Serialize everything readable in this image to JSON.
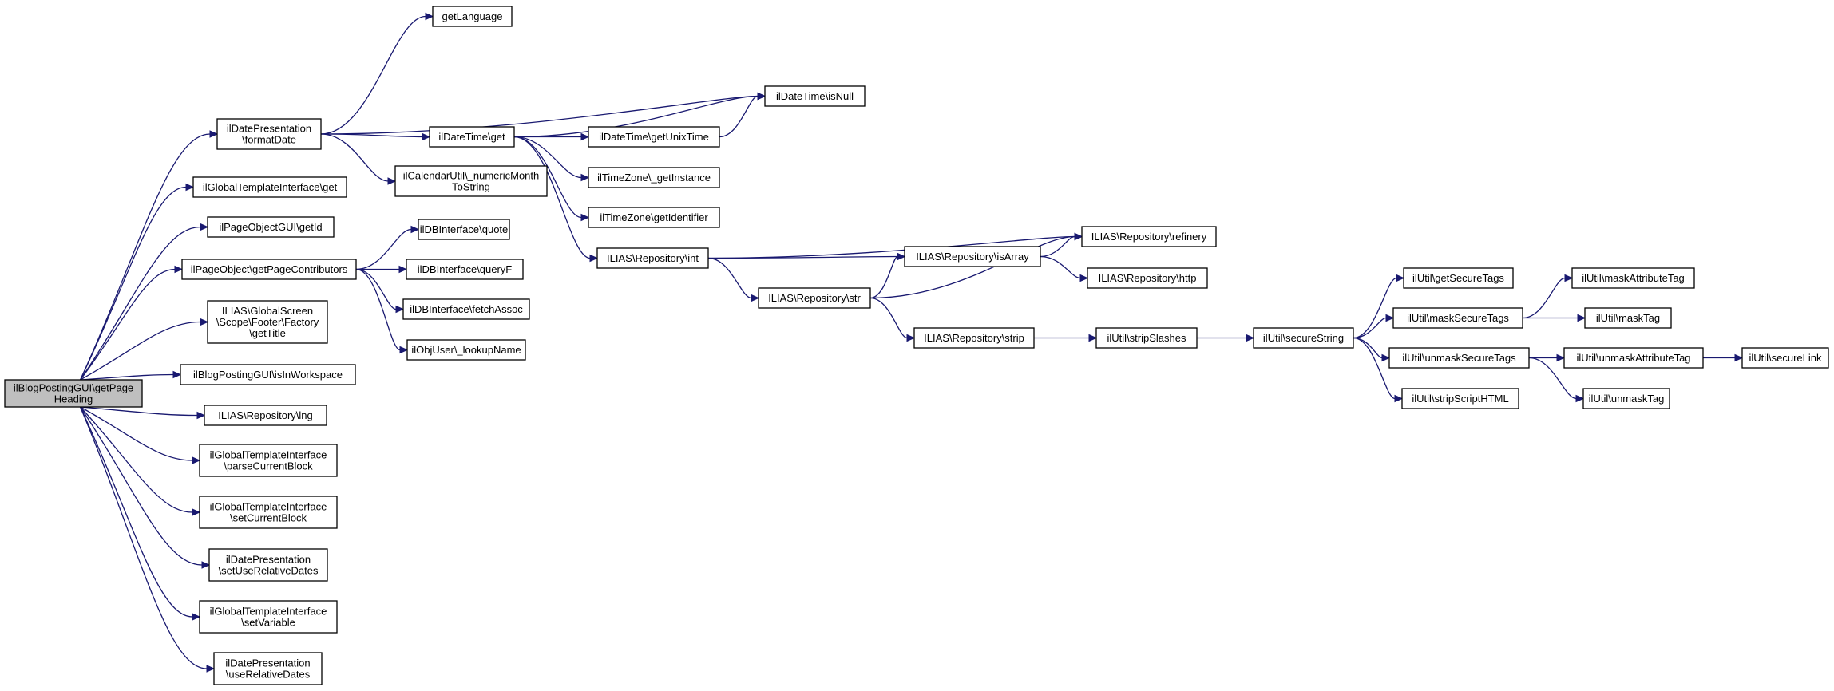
{
  "colors": {
    "edge": "#191970",
    "root_fill": "#bfbfbf",
    "node_fill": "#ffffff",
    "border": "#000000"
  },
  "nodes": {
    "n0": {
      "lines": [
        "ilBlogPostingGUI\\getPage",
        "Heading"
      ]
    },
    "n1": {
      "lines": [
        "getLanguage"
      ]
    },
    "n2": {
      "lines": [
        "ilDatePresentation",
        "\\formatDate"
      ]
    },
    "n3": {
      "lines": [
        "ilDateTime\\isNull"
      ]
    },
    "n4": {
      "lines": [
        "ilDateTime\\get"
      ]
    },
    "n5": {
      "lines": [
        "ilDateTime\\getUnixTime"
      ]
    },
    "n6": {
      "lines": [
        "ilTimeZone\\_getInstance"
      ]
    },
    "n7": {
      "lines": [
        "ilTimeZone\\getIdentifier"
      ]
    },
    "n8": {
      "lines": [
        "ILIAS\\Repository\\int"
      ]
    },
    "n9": {
      "lines": [
        "ILIAS\\Repository\\refinery"
      ]
    },
    "n10": {
      "lines": [
        "ILIAS\\Repository\\isArray"
      ]
    },
    "n11": {
      "lines": [
        "ILIAS\\Repository\\http"
      ]
    },
    "n12": {
      "lines": [
        "ILIAS\\Repository\\str"
      ]
    },
    "n13": {
      "lines": [
        "ILIAS\\Repository\\strip"
      ]
    },
    "n14": {
      "lines": [
        "ilUtil\\stripSlashes"
      ]
    },
    "n15": {
      "lines": [
        "ilUtil\\secureString"
      ]
    },
    "n16": {
      "lines": [
        "ilUtil\\getSecureTags"
      ]
    },
    "n17": {
      "lines": [
        "ilUtil\\maskSecureTags"
      ]
    },
    "n18": {
      "lines": [
        "ilUtil\\maskAttributeTag"
      ]
    },
    "n19": {
      "lines": [
        "ilUtil\\maskTag"
      ]
    },
    "n20": {
      "lines": [
        "ilUtil\\unmaskSecureTags"
      ]
    },
    "n21": {
      "lines": [
        "ilUtil\\unmaskAttributeTag"
      ]
    },
    "n22": {
      "lines": [
        "ilUtil\\secureLink"
      ]
    },
    "n23": {
      "lines": [
        "ilUtil\\unmaskTag"
      ]
    },
    "n24": {
      "lines": [
        "ilUtil\\stripScriptHTML"
      ]
    },
    "n25": {
      "lines": [
        "ilCalendarUtil\\_numericMonth",
        "ToString"
      ]
    },
    "n26": {
      "lines": [
        "ilGlobalTemplateInterface\\get"
      ]
    },
    "n27": {
      "lines": [
        "ilPageObjectGUI\\getId"
      ]
    },
    "n28": {
      "lines": [
        "ilPageObject\\getPageContributors"
      ]
    },
    "n29": {
      "lines": [
        "ilDBInterface\\quote"
      ]
    },
    "n30": {
      "lines": [
        "ilDBInterface\\queryF"
      ]
    },
    "n31": {
      "lines": [
        "ilDBInterface\\fetchAssoc"
      ]
    },
    "n32": {
      "lines": [
        "ilObjUser\\_lookupName"
      ]
    },
    "n33": {
      "lines": [
        "ILIAS\\GlobalScreen",
        "\\Scope\\Footer\\Factory",
        "\\getTitle"
      ]
    },
    "n34": {
      "lines": [
        "ilBlogPostingGUI\\isInWorkspace"
      ]
    },
    "n35": {
      "lines": [
        "ILIAS\\Repository\\lng"
      ]
    },
    "n36": {
      "lines": [
        "ilGlobalTemplateInterface",
        "\\parseCurrentBlock"
      ]
    },
    "n37": {
      "lines": [
        "ilGlobalTemplateInterface",
        "\\setCurrentBlock"
      ]
    },
    "n38": {
      "lines": [
        "ilDatePresentation",
        "\\setUseRelativeDates"
      ]
    },
    "n39": {
      "lines": [
        "ilGlobalTemplateInterface",
        "\\setVariable"
      ]
    },
    "n40": {
      "lines": [
        "ilDatePresentation",
        "\\useRelativeDates"
      ]
    }
  },
  "edges": [
    [
      "n0",
      "n2"
    ],
    [
      "n0",
      "n26"
    ],
    [
      "n0",
      "n27"
    ],
    [
      "n0",
      "n28"
    ],
    [
      "n0",
      "n33"
    ],
    [
      "n0",
      "n34"
    ],
    [
      "n0",
      "n35"
    ],
    [
      "n0",
      "n36"
    ],
    [
      "n0",
      "n37"
    ],
    [
      "n0",
      "n38"
    ],
    [
      "n0",
      "n39"
    ],
    [
      "n0",
      "n40"
    ],
    [
      "n2",
      "n1"
    ],
    [
      "n2",
      "n3"
    ],
    [
      "n2",
      "n4"
    ],
    [
      "n2",
      "n25"
    ],
    [
      "n4",
      "n3"
    ],
    [
      "n4",
      "n5"
    ],
    [
      "n4",
      "n6"
    ],
    [
      "n4",
      "n7"
    ],
    [
      "n4",
      "n8"
    ],
    [
      "n5",
      "n3"
    ],
    [
      "n8",
      "n9"
    ],
    [
      "n8",
      "n10"
    ],
    [
      "n8",
      "n12"
    ],
    [
      "n10",
      "n9"
    ],
    [
      "n10",
      "n11"
    ],
    [
      "n12",
      "n9"
    ],
    [
      "n12",
      "n10"
    ],
    [
      "n12",
      "n13"
    ],
    [
      "n13",
      "n14"
    ],
    [
      "n14",
      "n15"
    ],
    [
      "n15",
      "n16"
    ],
    [
      "n15",
      "n17"
    ],
    [
      "n15",
      "n20"
    ],
    [
      "n15",
      "n24"
    ],
    [
      "n17",
      "n18"
    ],
    [
      "n17",
      "n19"
    ],
    [
      "n20",
      "n21"
    ],
    [
      "n20",
      "n23"
    ],
    [
      "n21",
      "n22"
    ],
    [
      "n28",
      "n29"
    ],
    [
      "n28",
      "n30"
    ],
    [
      "n28",
      "n31"
    ],
    [
      "n28",
      "n32"
    ]
  ]
}
